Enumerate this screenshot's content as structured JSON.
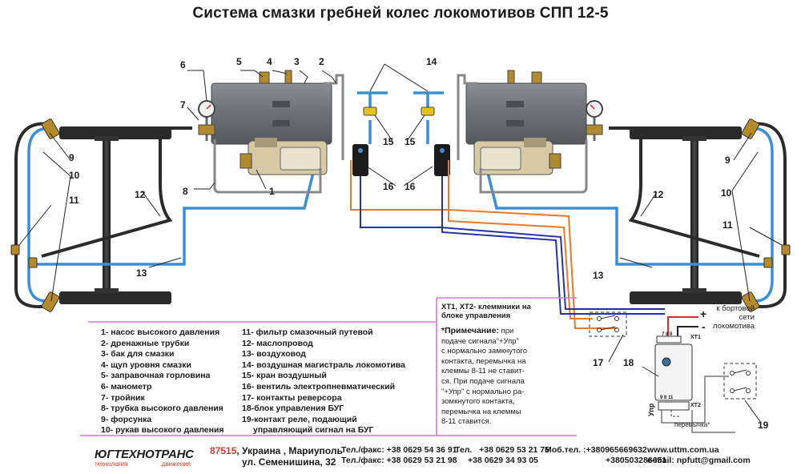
{
  "title": "Система смазки гребней колес локомотивов СПП 12-5",
  "callouts": {
    "n1": "1",
    "n2": "2",
    "n3": "3",
    "n4": "4",
    "n5": "5",
    "n6": "6",
    "n7": "7",
    "n8": "8",
    "n9l": "9",
    "n10l": "10",
    "n11l": "11",
    "n12l": "12",
    "n13l": "13",
    "n14": "14",
    "n15l": "15",
    "n15r": "15",
    "n16l": "16",
    "n16r": "16",
    "n9r": "9",
    "n10r": "10",
    "n11r": "11",
    "n12r": "12",
    "n13r": "13",
    "n17": "17",
    "n18": "18",
    "n19": "19"
  },
  "legend_left": [
    "1- насос высокого давления",
    "2- дренажные трубки",
    "3- бак для смазки",
    "4- щуп уровня смазки",
    "5- заправочная горловина",
    "6- манометр",
    "7- тройник",
    "8- трубка высокого давления",
    "9- форсунка",
    "10- рукав высокого давления"
  ],
  "legend_right": [
    "11- фильтр смазочный путевой",
    "12- маслопровод",
    "13- воздуховод",
    "14- воздушная магистраль локомотива",
    "15- кран воздушный",
    "16- вентиль электропневматический",
    "17- контакты реверсора",
    "18-блок управления БУГ",
    "19-контакт реле, подающий",
    "управляющий сигнал на БУГ"
  ],
  "xt_note": "ХТ1, ХТ2- клеммники на блоке управления",
  "note": {
    "header": "*Примечание:",
    "text_lines": [
      " при",
      "подаче сигнала\"+Упр\"",
      "с нормально замкнутого",
      "контакта, перемычка на",
      "клеммы 8-11 не ставит-",
      "ся. При подаче сигнала",
      "\"+Упр\" с нормально ра-",
      "зомкнутого контакта,",
      "перемычка на клеммы",
      "8-11 ставится."
    ]
  },
  "power": {
    "line1": "к бортовой",
    "line2": "сети",
    "line3": "локомотива",
    "plus": "+",
    "minus": "-"
  },
  "control_block": {
    "xt1": "ХТ1",
    "xt2": "ХТ2",
    "upr": "Упр",
    "jumper": "перемычка*",
    "t_top": "7  8  9",
    "t_bot": "9  8  11"
  },
  "footer": {
    "logo_brand": "ЮГТЕХНОТРАНС",
    "logo_tag1": "технология",
    "logo_tag2": "движения",
    "address_code": "87515",
    "address_line1": ", Украина , Мариуполь",
    "address_line2": "ул. Семенишина, 32",
    "phone1_label": "Тел./факс:",
    "phone1": "+38 0629 54 36 91",
    "phone2_label": "Тел./факс:",
    "phone2": "+38 0629 53 21 98",
    "tel_label": "Тел.",
    "tel1": "+38 0629 53 21 75",
    "tel2": "+38 0629 34 93 05",
    "mob_label": "Моб.тел. :",
    "mob1": "+380965669632",
    "mob2": "+380503286651",
    "website": "www.uttm.com.ua",
    "email": "e-mail: npfutt@gmail.com"
  },
  "colors": {
    "air_line": "#3a8fd9",
    "oil_line": "#2b2b2b",
    "signal_orange": "#e8782a",
    "signal_blue": "#2233aa",
    "tank": "#6f7378",
    "separator": "#d676d6"
  }
}
